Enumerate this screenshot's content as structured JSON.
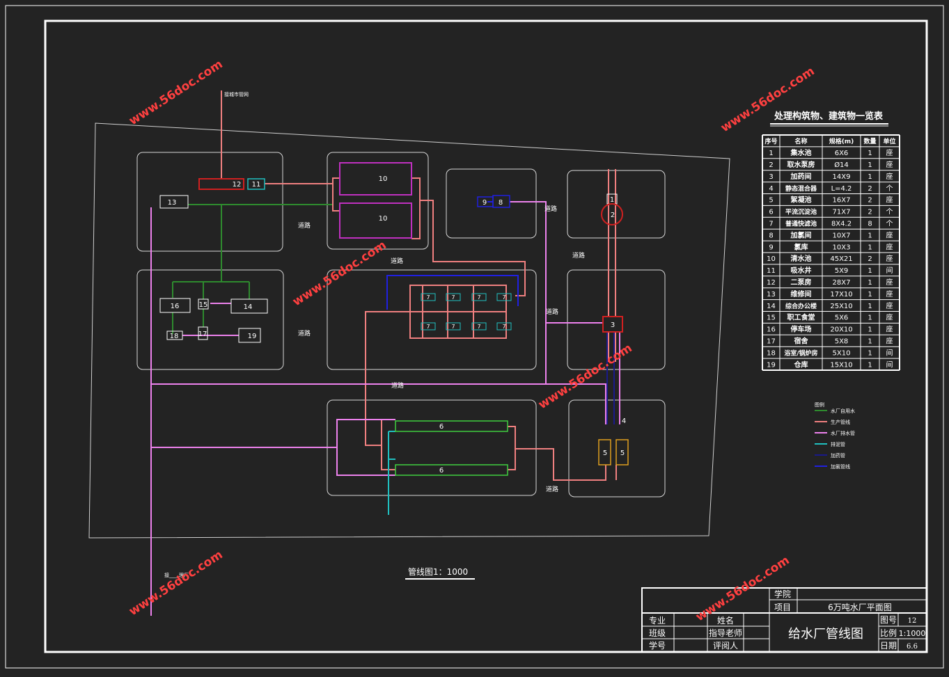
{
  "colors": {
    "background": "#232323",
    "frame": "#ffffff",
    "self_water": "#2e8b2e",
    "production": "#f08080",
    "drainage": "#ee82ee",
    "backwash": "#20c0c0",
    "dosing": "#1a1a8a",
    "chlorine": "#2020e0",
    "box_magenta": "#c030c0",
    "box_green": "#40d040",
    "box_cyan": "#20c0c0",
    "box_red": "#d02020",
    "box_orange": "#e0a020",
    "watermark": "#ff4040"
  },
  "diagram": {
    "external_label": "接城市管网",
    "discharge_label": "接____理厂",
    "road_label": "道路",
    "caption": "管线图1：1000",
    "watermark": "www.56doc.com",
    "units": {
      "u1": "1",
      "u2": "2",
      "u3": "3",
      "u4": "4",
      "u5a": "5",
      "u5b": "5",
      "u6a": "6",
      "u6b": "6",
      "u7": "7",
      "u8": "8",
      "u9": "9",
      "u10a": "10",
      "u10b": "10",
      "u11": "11",
      "u12": "12",
      "u13": "13",
      "u14": "14",
      "u15": "15",
      "u16": "16",
      "u17": "17",
      "u18": "18",
      "u19": "19"
    }
  },
  "legend": {
    "title": "图例",
    "items": [
      {
        "label": "水厂自用水",
        "color": "#2e8b2e"
      },
      {
        "label": "生产管线",
        "color": "#f08080"
      },
      {
        "label": "水厂排水管",
        "color": "#ee82ee"
      },
      {
        "label": "排泥管",
        "color": "#20c0c0"
      },
      {
        "label": "加药管",
        "color": "#1a1a8a"
      },
      {
        "label": "加氯管线",
        "color": "#2020e0"
      }
    ]
  },
  "building_table": {
    "title": "处理构筑物、建筑物一览表",
    "headers": [
      "序号",
      "名称",
      "规格(m)",
      "数量",
      "单位"
    ],
    "rows": [
      [
        "1",
        "集水池",
        "6X6",
        "1",
        "座"
      ],
      [
        "2",
        "取水泵房",
        "Ø14",
        "1",
        "座"
      ],
      [
        "3",
        "加药间",
        "14X9",
        "1",
        "座"
      ],
      [
        "4",
        "静态混合器",
        "L=4.2",
        "2",
        "个"
      ],
      [
        "5",
        "絮凝池",
        "16X7",
        "2",
        "座"
      ],
      [
        "6",
        "平流沉淀池",
        "71X7",
        "2",
        "个"
      ],
      [
        "7",
        "普通快滤池",
        "8X4.2",
        "8",
        "个"
      ],
      [
        "8",
        "加氯间",
        "10X7",
        "1",
        "座"
      ],
      [
        "9",
        "氯库",
        "10X3",
        "1",
        "座"
      ],
      [
        "10",
        "清水池",
        "45X21",
        "2",
        "座"
      ],
      [
        "11",
        "吸水井",
        "5X9",
        "1",
        "间"
      ],
      [
        "12",
        "二泵房",
        "28X7",
        "1",
        "座"
      ],
      [
        "13",
        "维修间",
        "17X10",
        "1",
        "座"
      ],
      [
        "14",
        "综合办公楼",
        "25X10",
        "1",
        "座"
      ],
      [
        "15",
        "职工食堂",
        "5X6",
        "1",
        "座"
      ],
      [
        "16",
        "停车场",
        "20X10",
        "1",
        "座"
      ],
      [
        "17",
        "宿舍",
        "5X8",
        "1",
        "座"
      ],
      [
        "18",
        "浴室/锅炉房",
        "5X10",
        "1",
        "间"
      ],
      [
        "19",
        "仓库",
        "15X10",
        "1",
        "间"
      ]
    ]
  },
  "title_block": {
    "institute_label": "学院",
    "project_label": "项目",
    "project_value": "6万吨水厂平面图",
    "major_label": "专业",
    "class_label": "班级",
    "student_no_label": "学号",
    "name_label": "姓名",
    "advisor_label": "指导老师",
    "reviewer_label": "评阅人",
    "drawing_title": "给水厂管线图",
    "sheet_no_label": "图号",
    "sheet_no_value": "12",
    "scale_label": "比例",
    "scale_value": "1:1000",
    "date_label": "日期",
    "date_value": "6.6"
  }
}
